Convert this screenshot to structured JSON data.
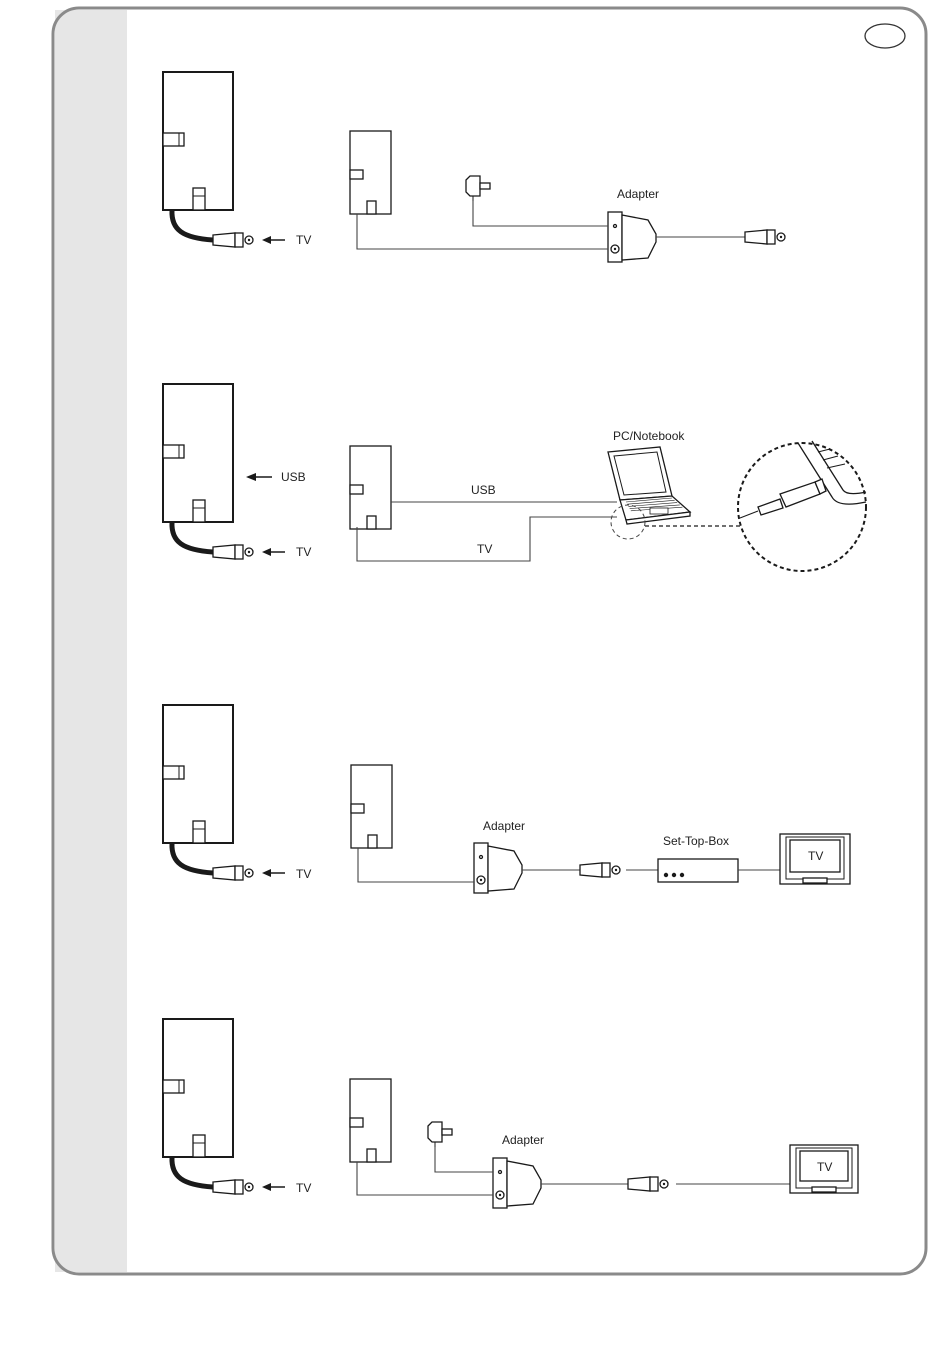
{
  "colors": {
    "frame": "#8a8a8a",
    "strip": "#e6e6e6",
    "line": "#444444",
    "ink": "#1a1a1a"
  },
  "icons": [
    "receiver-box-icon",
    "cable-plug-icon",
    "arrow-left-icon",
    "power-adapter-icon",
    "adapter-icon",
    "laptop-icon",
    "set-top-box-icon",
    "tv-icon",
    "language-badge-icon"
  ],
  "sections": [
    {
      "tv_arrow": "TV",
      "adapter": "Adapter"
    },
    {
      "usb_arrow": "USB",
      "tv_arrow": "TV",
      "usb_line": "USB",
      "tv_line": "TV",
      "pc": "PC/Notebook"
    },
    {
      "tv_arrow": "TV",
      "adapter": "Adapter",
      "stb": "Set-Top-Box",
      "tv_screen": "TV"
    },
    {
      "tv_arrow": "TV",
      "adapter": "Adapter",
      "tv_screen": "TV"
    }
  ]
}
